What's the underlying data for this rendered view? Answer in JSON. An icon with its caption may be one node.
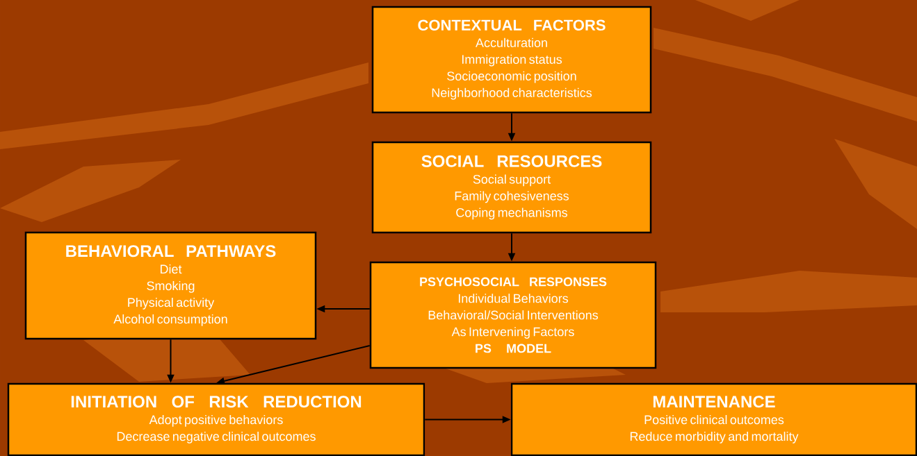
{
  "diagram": {
    "nodes": [
      {
        "text": [
          "CONTEXTUAL FACTORS",
          "Acculturation",
          "Immigration status",
          "Socioeconomic position",
          "Neighborhood characteristics"
        ]
      },
      {
        "text": [
          "SOCIAL RESOURCES",
          "Social support",
          "Family cohesiveness",
          "Coping mechanisms"
        ]
      },
      {
        "text": [
          "PSYCHOSOCIAL RESPONSES",
          "Individual Behaviors",
          "Behavioral/Social Interventions As Intervening Factors",
          "PS MODEL"
        ]
      },
      {
        "text": [
          "BEHAVIORAL PATHWAYS",
          "Diet",
          "Smoking",
          "Physical activity",
          "Alcohol consumption"
        ]
      },
      {
        "text": [
          "INITIATION OF RISK REDUCTION",
          "Adopt positive behaviors",
          "Decrease negative clinical outcomes"
        ]
      },
      {
        "text": [
          "MAINTENANCE",
          "Positive clinical outcomes",
          "Reduce morbidity and mortality"
        ]
      }
    ],
    "edges": [
      {
        "from": 0,
        "to": 1,
        "arrow": "to"
      },
      {
        "from": 1,
        "to": 2,
        "arrow": "to"
      },
      {
        "from": 2,
        "to": 3,
        "arrow": "to"
      },
      {
        "from": 3,
        "to": 4,
        "arrow": "to"
      },
      {
        "from": 2,
        "to": 4,
        "arrow": "to"
      },
      {
        "from": 4,
        "to": 5,
        "arrow": "to"
      }
    ]
  }
}
